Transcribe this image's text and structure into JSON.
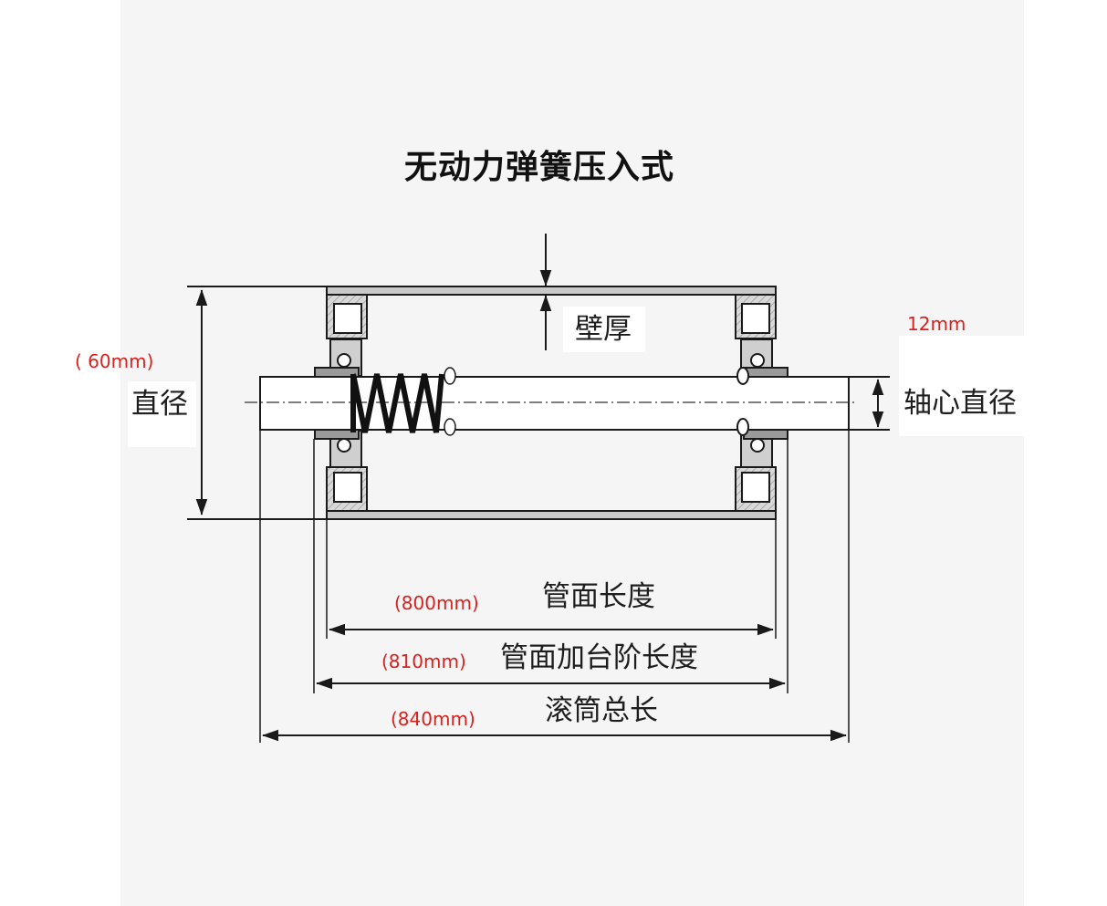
{
  "title": "无动力弹簧压入式",
  "labels": {
    "wall_thickness": "壁厚",
    "wall_thickness_value": "12mm",
    "diameter": "直径",
    "diameter_value": "( 60mm)",
    "shaft_diameter": "轴心直径",
    "tube_length": "管面长度",
    "tube_length_value": "(800mm)",
    "tube_step_length": "管面加台阶长度",
    "tube_step_length_value": "(810mm)",
    "roller_total_length": "滚筒总长",
    "roller_total_length_value": "(840mm)"
  },
  "colors": {
    "line": "#1a1a1a",
    "dimension_value": "#d9211d",
    "tube_fill": "#c9c9c9",
    "background": "#f5f5f5"
  }
}
